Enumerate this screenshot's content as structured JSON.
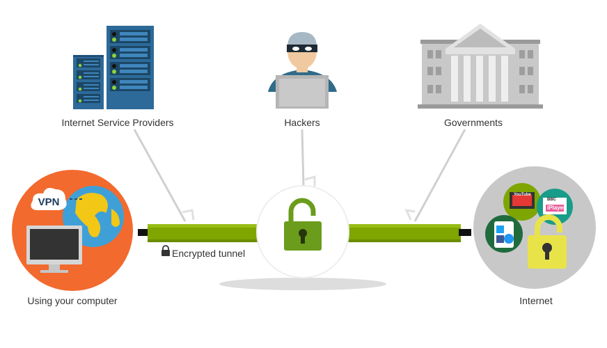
{
  "labels": {
    "isp": "Internet Service Providers",
    "hackers": "Hackers",
    "governments": "Governments",
    "computer": "Using your computer",
    "internet": "Internet",
    "tunnel": "Encrypted tunnel",
    "vpn": "VPN"
  },
  "icons": {
    "youtube": "YouTube",
    "bbc": "BBC",
    "iplayer": "iPlayer"
  },
  "colors": {
    "tunnel_green": "#7fa500",
    "computer_circle": "#f26a2e",
    "internet_circle": "#c8c8c8",
    "server_blue": "#2d6a99",
    "lock_green": "#6b9c1c",
    "padlock_yellow": "#e9e34a"
  }
}
